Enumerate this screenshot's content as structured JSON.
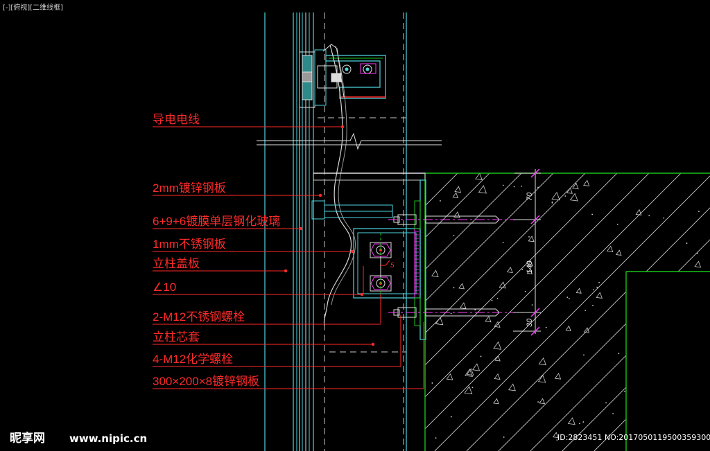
{
  "viewport_label": "[-][俯视][二维线框]",
  "labels": [
    "导电电线",
    "2mm镀锌钢板",
    "6+9+6镀膜单层钢化玻璃",
    "1mm不锈钢板",
    "立柱盖板",
    "∠10",
    "2-M12不锈钢螺栓",
    "立柱芯套",
    "4-M12化学螺栓",
    "300×200×8镀锌钢板"
  ],
  "dimensions": [
    "70",
    "140",
    "30"
  ],
  "weld_mark": "5",
  "watermark": {
    "logo": "昵享网",
    "url": "www.nipic.cn",
    "id": "ID:2823451 NO:20170501195003593000"
  },
  "colors": {
    "background": "#000000",
    "label": "#ff2a2a",
    "mullion": "#4fd6e0",
    "concrete": "#19c219",
    "bolt": "#ff3dff",
    "steel": "#c8c8c8"
  }
}
